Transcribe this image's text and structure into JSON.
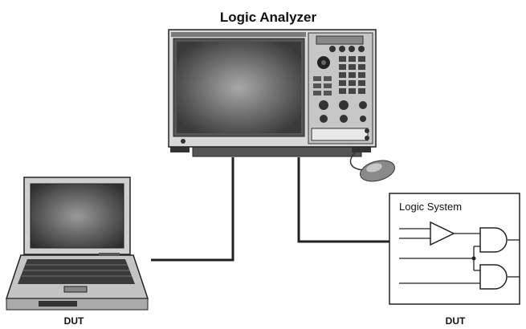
{
  "diagram": {
    "title": "Logic Analyzer",
    "left_device_label": "DUT",
    "right_device_label": "DUT",
    "logic_system_label": "Logic System"
  },
  "icons": {
    "analyzer": "logic-analyzer-instrument",
    "laptop": "laptop-computer",
    "mouse": "computer-mouse",
    "buffer": "buffer-gate",
    "and_gates": "and-gate"
  }
}
